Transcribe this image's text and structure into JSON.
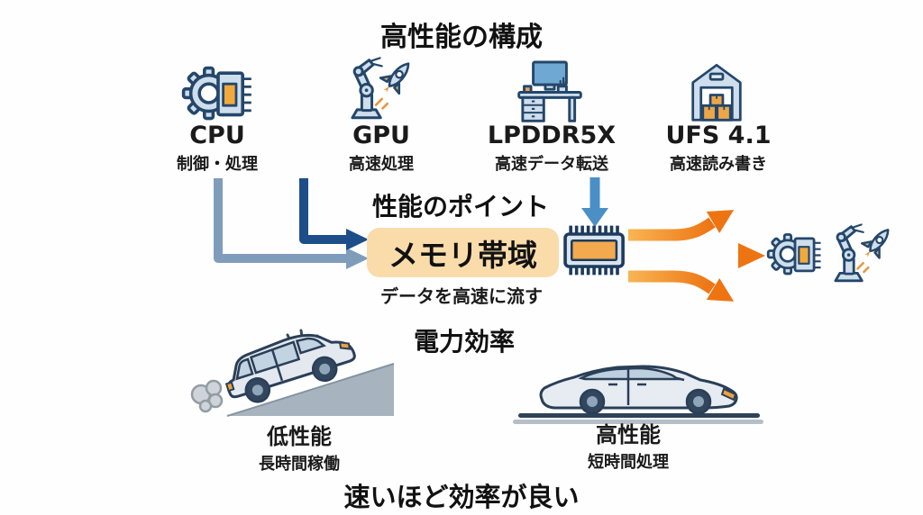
{
  "colors": {
    "background": "#fefefe",
    "text": "#1a1a1a",
    "arrow_cpu": "#7f9dbb",
    "arrow_gpu": "#1d4e89",
    "arrow_down": "#4a8fc6",
    "arrow_orange_light": "#f8b554",
    "arrow_orange_dark": "#ee7412",
    "memory_box_bg": "#fadcab",
    "icon_fill": "#cfdeec",
    "icon_stroke": "#24476b",
    "icon_accent_orange": "#f2a93c",
    "slope_gray": "#a7b4bf"
  },
  "top": {
    "title": "高性能の構成",
    "components": [
      {
        "name": "CPU",
        "sub": "制御・処理",
        "icon": "cpu-chip-gear-icon"
      },
      {
        "name": "GPU",
        "sub": "高速処理",
        "icon": "robot-arm-rocket-icon"
      },
      {
        "name": "LPDDR5X",
        "sub": "高速データ転送",
        "icon": "desk-monitor-icon"
      },
      {
        "name": "UFS 4.1",
        "sub": "高速読み書き",
        "icon": "warehouse-boxes-icon"
      }
    ]
  },
  "middle": {
    "title": "性能のポイント",
    "memory_box_label": "メモリ帯域",
    "memory_caption": "データを高速に流す",
    "center_icon": "ram-chip-icon",
    "right_icons": [
      "cpu-chip-gear-icon",
      "robot-arm-rocket-icon"
    ]
  },
  "bottom": {
    "title": "電力効率",
    "left_scene": {
      "label": "低性能",
      "sub": "長時間稼働",
      "icon": "suv-climbing-hill-icon"
    },
    "right_scene": {
      "label": "高性能",
      "sub": "短時間処理",
      "icon": "sedan-flat-road-icon"
    },
    "footer": "速いほど効率が良い"
  }
}
